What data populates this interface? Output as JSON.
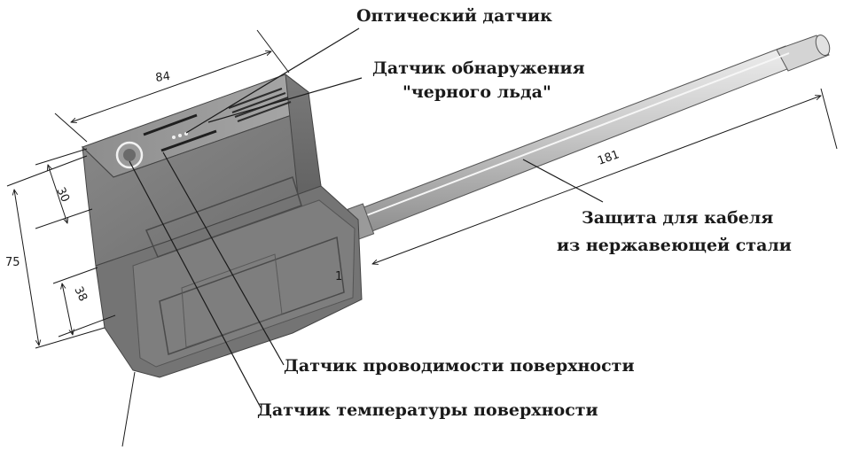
{
  "labels": {
    "optical_sensor": "Оптический датчик",
    "black_ice_line1": "Датчик обнаружения",
    "black_ice_line2": "\"черного льда\"",
    "cable_protection_line1": "Защита для кабеля",
    "cable_protection_line2": "из нержавеющей стали",
    "conductivity_sensor": "Датчик проводимости поверхности",
    "temperature_sensor": "Датчик температуры поверхности"
  },
  "dimensions": {
    "width": "84",
    "cable_length": "181",
    "height": "75",
    "upper_depth": "30",
    "lower_depth": "38"
  },
  "colors": {
    "body_front": "#7c7c7c",
    "body_top": "#9a9a9a",
    "body_side": "#6a6a6a",
    "rod": "#c8c8c8",
    "line": "#1a1a1a"
  }
}
